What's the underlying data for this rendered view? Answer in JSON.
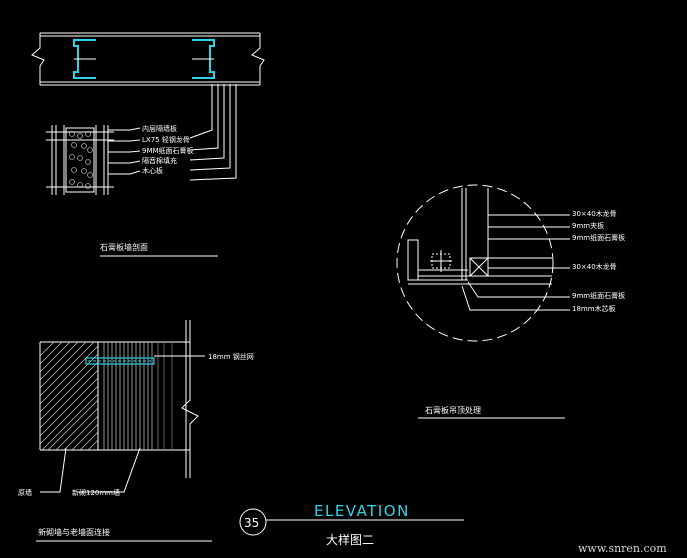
{
  "detail_a": {
    "callouts": [
      "内层隔墙板",
      "LX75 轻钢龙骨",
      "9MM纸面石膏板",
      "隔音棉填充",
      "木心板"
    ],
    "title": "石膏板墙剖面"
  },
  "detail_b": {
    "callouts": [
      "30×40木龙骨",
      "9mm夹板",
      "9mm纸面石膏板",
      "30×40木龙骨",
      "9mm纸面石膏板",
      "18mm木芯板"
    ],
    "title": "石膏板吊顶处理"
  },
  "detail_c": {
    "callout_right": "18mm 钢丝网",
    "callout_left": "原墙",
    "callout_mid": "新砌120mm墙",
    "title": "新砌墙与老墙面连接"
  },
  "title_block": {
    "number": "35",
    "elevation": "ELEVATION",
    "subtitle": "大样图二"
  },
  "watermark": "www.snren.com",
  "colors": {
    "background": "#000000",
    "line": "#ffffff",
    "accent": "#2fd3e6",
    "hatch": "#c8c8c8"
  }
}
